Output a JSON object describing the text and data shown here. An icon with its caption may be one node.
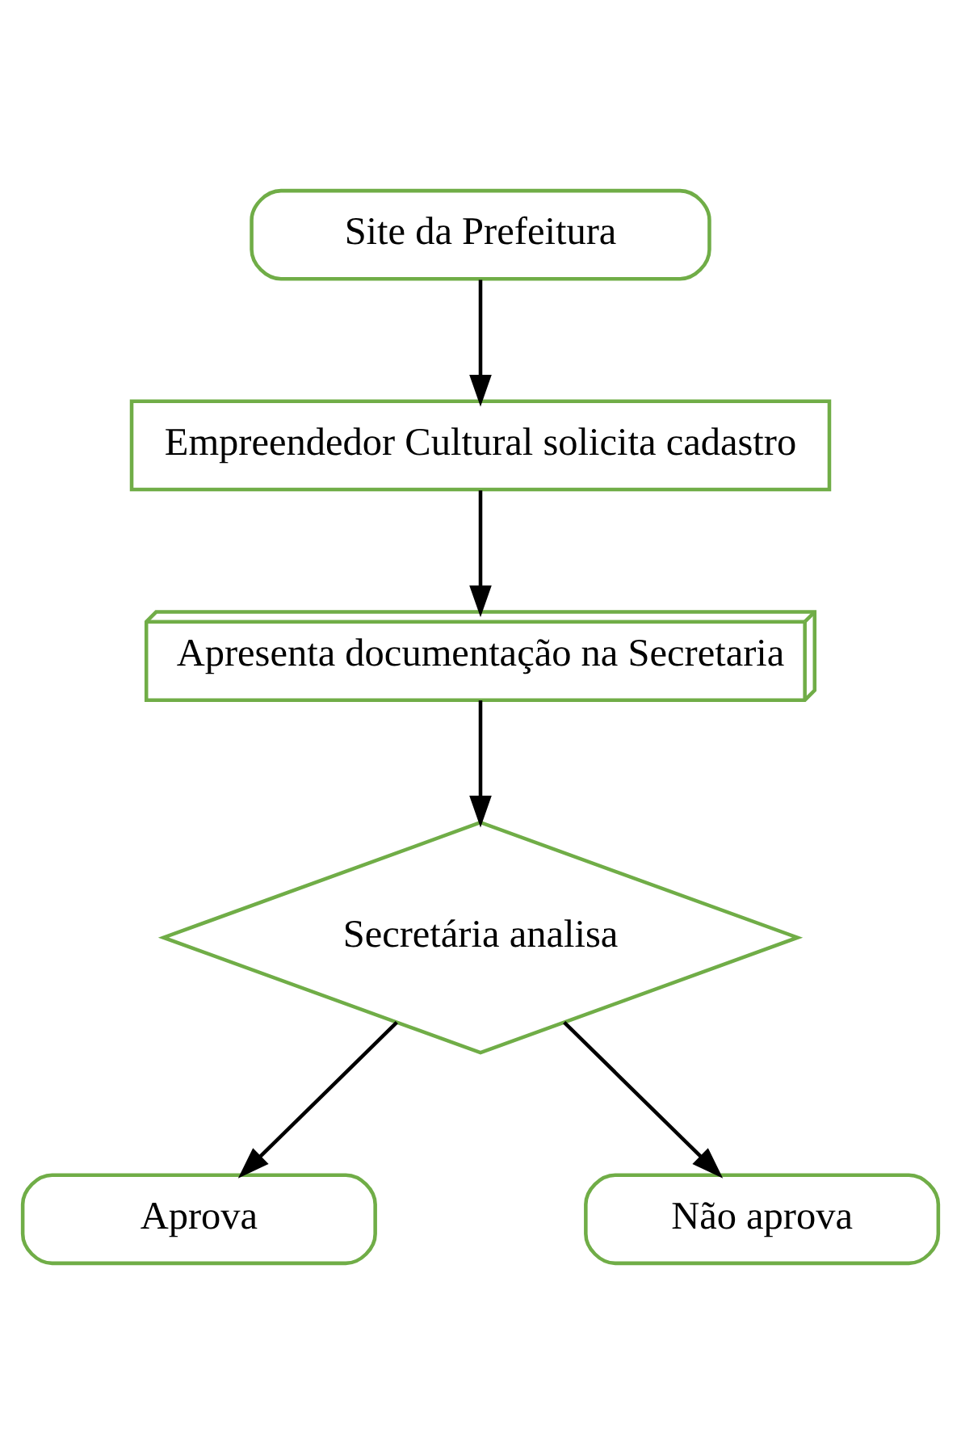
{
  "diagram": {
    "nodes": [
      {
        "text": [
          "Site da Prefeitura"
        ]
      },
      {
        "text": [
          "Empreendedor Cultural solicita cadastro"
        ]
      },
      {
        "text": [
          "Apresenta documentação na Secretaria"
        ]
      },
      {
        "text": [
          "Secretária analisa"
        ]
      },
      {
        "text": [
          "Aprova"
        ]
      },
      {
        "text": [
          "Não aprova"
        ]
      }
    ],
    "edges": [
      {
        "from": 0,
        "to": 1,
        "arrow": "to"
      },
      {
        "from": 1,
        "to": 2,
        "arrow": "to"
      },
      {
        "from": 2,
        "to": 3,
        "arrow": "to"
      },
      {
        "from": 3,
        "to": 4,
        "arrow": "to"
      },
      {
        "from": 3,
        "to": 5,
        "arrow": "to"
      }
    ]
  }
}
